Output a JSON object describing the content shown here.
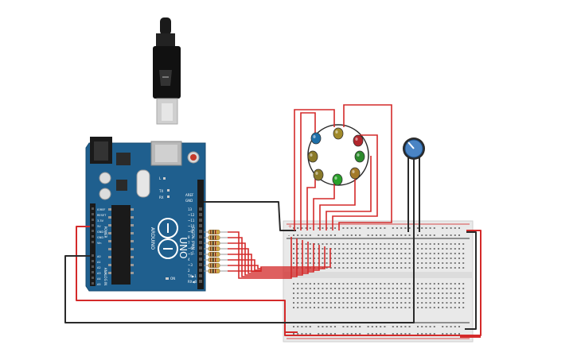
{
  "arduino": {
    "brand": "ARDUINO",
    "model": "UNO",
    "aref_label": "AREF",
    "gnd_label": "GND",
    "digital_pins": [
      "13",
      "~12",
      "~11",
      "~10",
      "~9",
      "8",
      "7",
      "~6",
      "~5",
      "4",
      "~3",
      "2",
      "TX▶1",
      "RX◀0"
    ],
    "digital_label": "DIGITAL (PWM ~)",
    "power_pins": [
      "IOREF",
      "RESET",
      "3.3V",
      "5V",
      "GND",
      "GND",
      "Vin"
    ],
    "power_label": "POWER",
    "analog_pins": [
      "A0",
      "A1",
      "A2",
      "A3",
      "A4",
      "A5"
    ],
    "analog_label": "ANALOG IN",
    "led_labels": [
      "TX",
      "RX"
    ],
    "on_label": "ON",
    "l_label": "L"
  },
  "breadboard": {
    "rail_plus": "+",
    "rail_minus": "-"
  },
  "leds": [
    {
      "color": "#1e6fa8"
    },
    {
      "color": "#a18a2a"
    },
    {
      "color": "#b2262c"
    },
    {
      "color": "#2c8a2c"
    },
    {
      "color": "#a37a2a"
    },
    {
      "color": "#2aa02a"
    },
    {
      "color": "#8a7a2a"
    },
    {
      "color": "#8a7a2a"
    }
  ],
  "colors": {
    "board": "#1f5f8e",
    "wire_red": "#d42a2a",
    "wire_black": "#2a2a2a",
    "breadboard": "#e9e9e9"
  }
}
